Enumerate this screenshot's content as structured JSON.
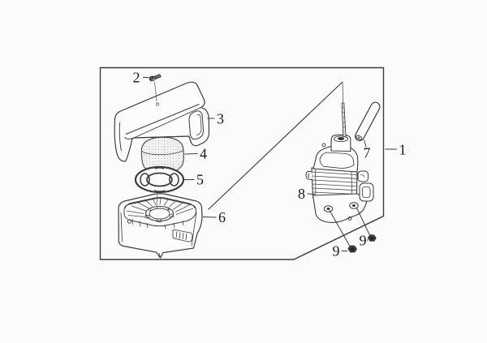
{
  "diagram": {
    "type": "exploded-parts-diagram",
    "colors": {
      "background": "#fbfbfa",
      "line": "#3c3c3c",
      "dark_part": "#4a4a4a",
      "text": "#1a1a1a"
    },
    "labels": {
      "n1": "1",
      "n2": "2",
      "n3": "3",
      "n4": "4",
      "n5": "5",
      "n6": "6",
      "n7": "7",
      "n8": "8",
      "n9a": "9",
      "n9b": "9"
    }
  }
}
